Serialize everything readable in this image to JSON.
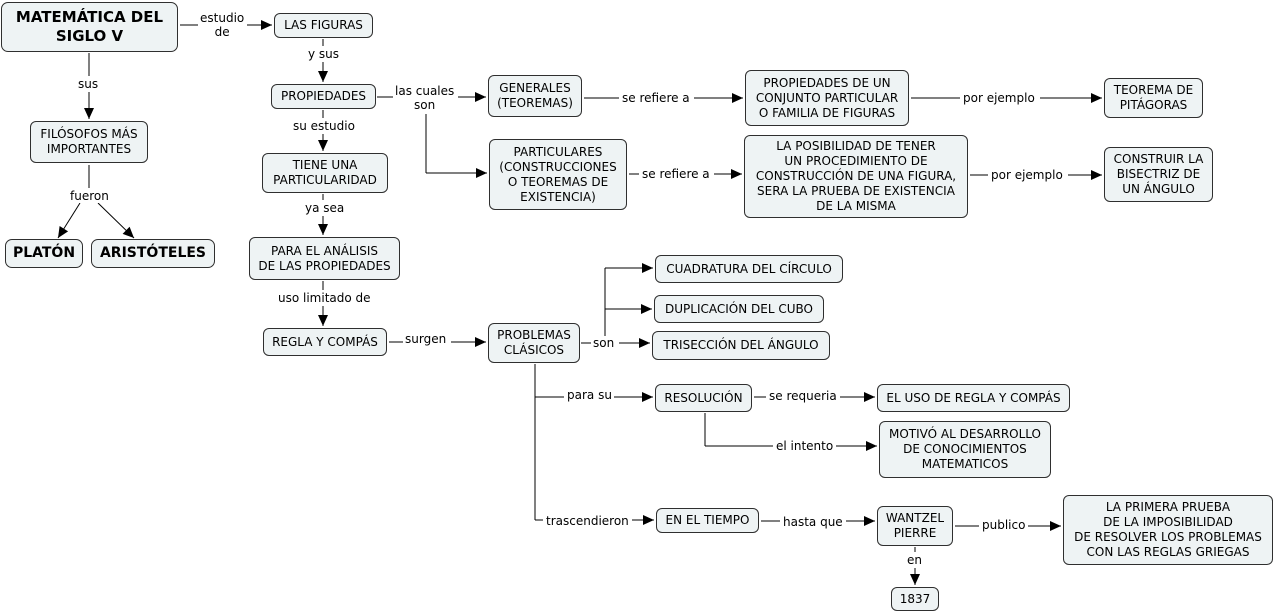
{
  "nodes": {
    "title": "MATEMÁTICA DEL\nSIGLO V",
    "filosofos": "FILÓSOFOS MÁS\nIMPORTANTES",
    "platon": "PLATÓN",
    "aristoteles": "ARISTÓTELES",
    "figuras": "LAS FIGURAS",
    "propiedades": "PROPIEDADES",
    "particularidad": "TIENE UNA\nPARTICULARIDAD",
    "analisis": "PARA EL ANÁLISIS\nDE LAS PROPIEDADES",
    "regla": "REGLA Y COMPÁS",
    "generales": "GENERALES\n(TEOREMAS)",
    "particulares": "PARTICULARES\n(CONSTRUCCIONES\nO TEOREMAS DE\nEXISTENCIA)",
    "prop_conjunto": "PROPIEDADES DE UN\nCONJUNTO PARTICULAR\nO FAMILIA DE FIGURAS",
    "posibilidad": "LA POSIBILIDAD DE TENER\nUN PROCEDIMIENTO DE\nCONSTRUCCIÓN DE UNA FIGURA,\nSERA LA PRUEBA DE EXISTENCIA\nDE LA MISMA",
    "pitagoras": "TEOREMA DE\nPITÁGORAS",
    "bisectriz": "CONSTRUIR LA\nBISECTRIZ DE\nUN ÁNGULO",
    "problemas": "PROBLEMAS\nCLÁSICOS",
    "cuadratura": "CUADRATURA DEL CÍRCULO",
    "duplicacion": "DUPLICACIÓN DEL CUBO",
    "triseccion": "TRISECCIÓN DEL ÁNGULO",
    "resolucion": "RESOLUCIÓN",
    "uso_regla": "EL USO DE REGLA Y COMPÁS",
    "motivo": "MOTIVÓ AL DESARROLLO\nDE CONOCIMIENTOS\nMATEMATICOS",
    "tiempo": "EN EL TIEMPO",
    "wantzel": "WANTZEL\nPIERRE",
    "prueba": "LA PRIMERA PRUEBA\nDE LA IMPOSIBILIDAD\nDE RESOLVER LOS PROBLEMAS\nCON LAS REGLAS GRIEGAS",
    "year": "1837"
  },
  "links": {
    "estudio_de": "estudio\nde",
    "sus": "sus",
    "fueron": "fueron",
    "y_sus": "y sus",
    "su_estudio": "su estudio",
    "ya_sea": "ya sea",
    "uso_limitado": "uso limitado de",
    "surgen": "surgen",
    "las_cuales_son": "las cuales\nson",
    "se_refiere_1": "se refiere a",
    "se_refiere_2": "se refiere a",
    "por_ejemplo_1": "por ejemplo",
    "por_ejemplo_2": "por ejemplo",
    "son": "son",
    "para_su": "para su",
    "se_requeria": "se requeria",
    "el_intento": "el intento",
    "trascendieron": "trascendieron",
    "hasta_que": "hasta que",
    "publico": "publico",
    "en": "en"
  },
  "colors": {
    "node_fill": "#eef3f4",
    "node_border": "#2f2f2f",
    "line": "#000000"
  }
}
